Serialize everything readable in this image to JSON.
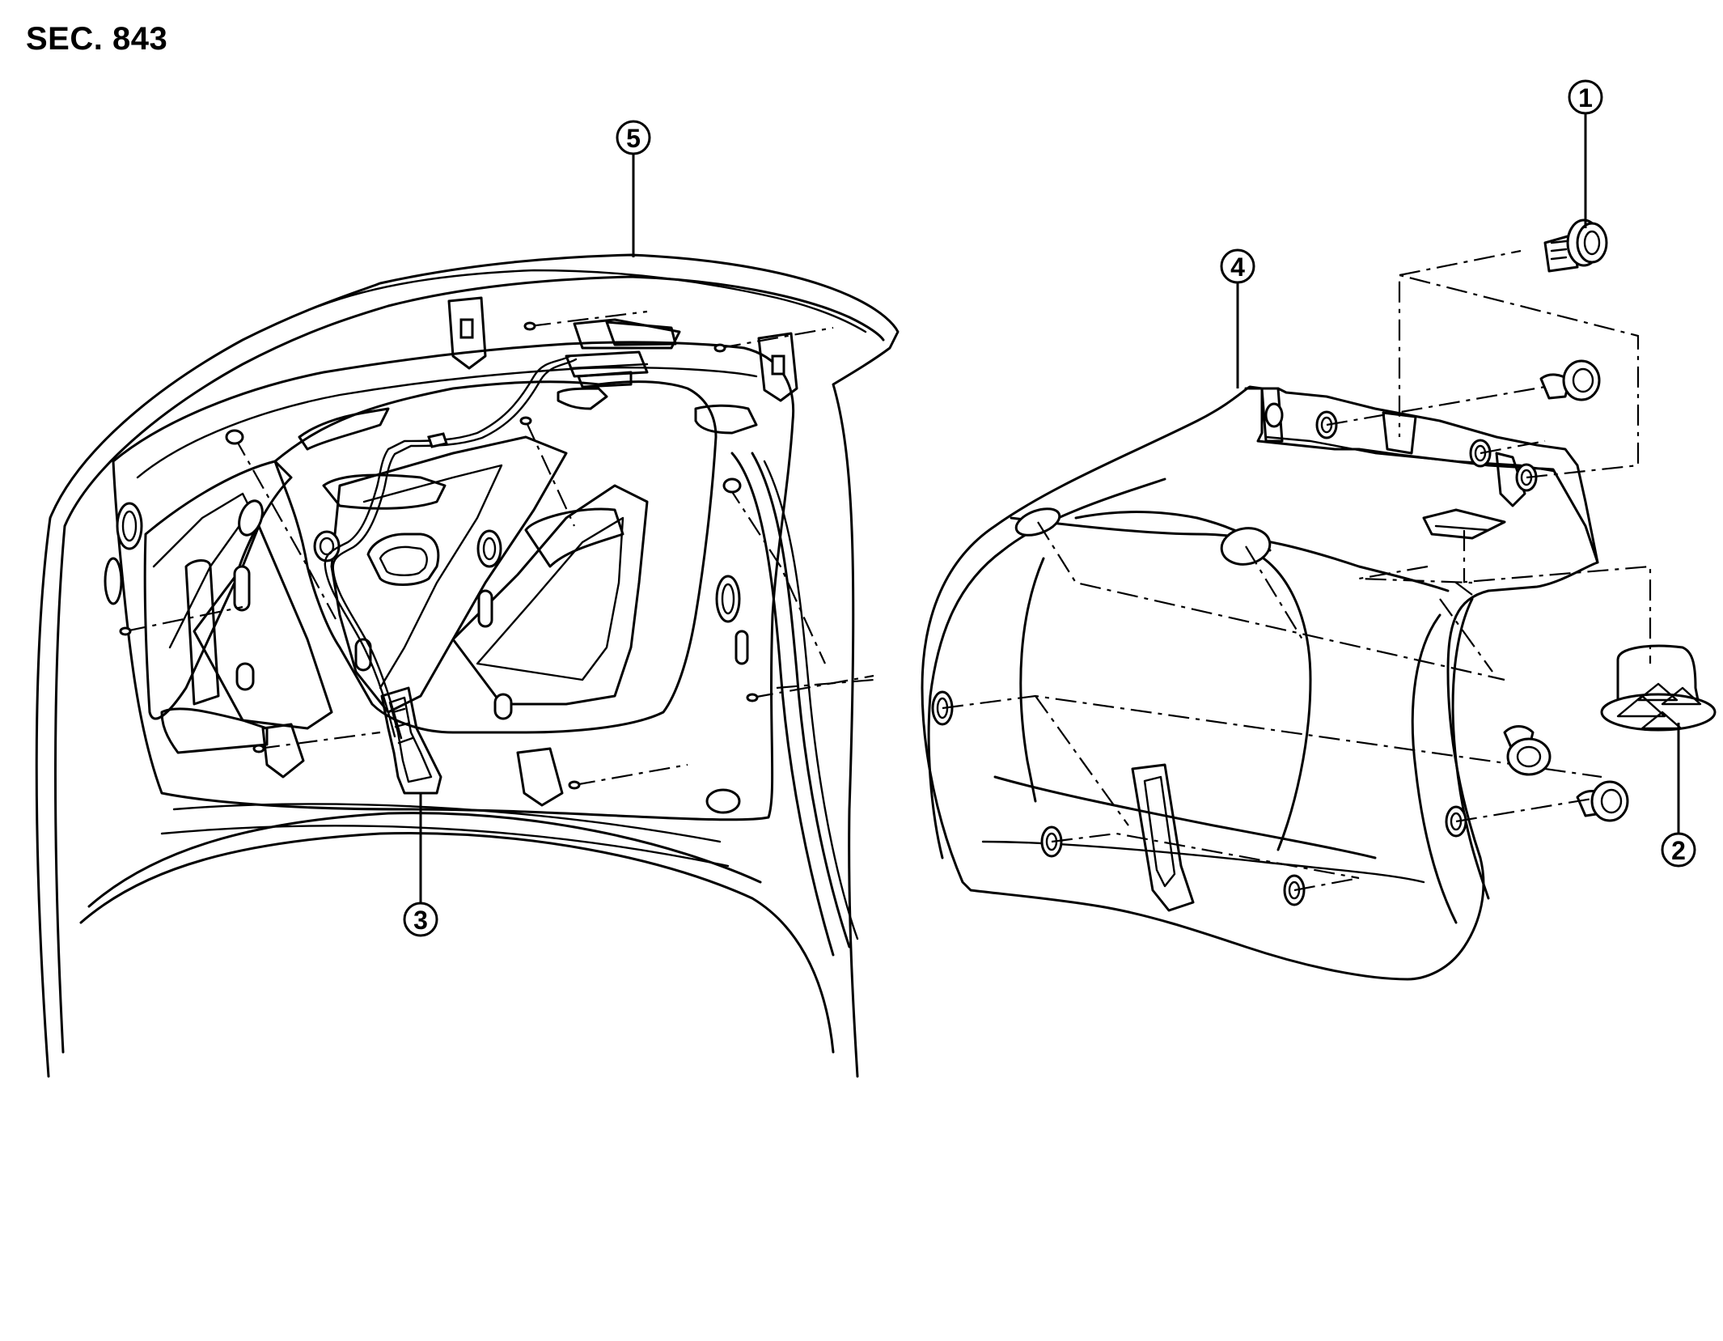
{
  "section": "SEC. 843",
  "callouts": [
    {
      "id": "1",
      "label": "1"
    },
    {
      "id": "2",
      "label": "2"
    },
    {
      "id": "3",
      "label": "3"
    },
    {
      "id": "4",
      "label": "4"
    },
    {
      "id": "5",
      "label": "5"
    }
  ],
  "diagram": {
    "left_view": "trunk-lid-panel",
    "right_view": "trunk-lid-finisher",
    "colors": {
      "line": "#000000",
      "background": "#ffffff"
    }
  }
}
